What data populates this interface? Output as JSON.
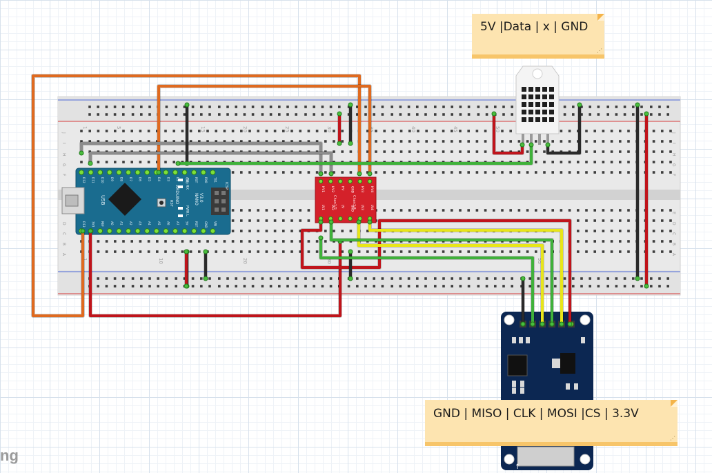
{
  "notes": {
    "dht_pinout": "5V |Data | x | GND",
    "sd_pinout": "GND | MISO | CLK | MOSI |CS | 3.3V"
  },
  "breadboard": {
    "row_letters_top": [
      "J",
      "I",
      "H",
      "G",
      "F"
    ],
    "row_letters_bottom": [
      "E",
      "D",
      "C",
      "B",
      "A"
    ],
    "column_numbers_top": [
      "1",
      "5",
      "15",
      "20",
      "25",
      "30",
      "35",
      "40",
      "45",
      "50",
      "55"
    ],
    "column_numbers_bottom": [
      "1",
      "10",
      "20",
      "30",
      "55"
    ]
  },
  "arduino": {
    "board_text": [
      "ARDUINO",
      "NANO",
      "V3.0"
    ],
    "top_pins": [
      "D12",
      "D11",
      "D10",
      "D9",
      "D8",
      "D7",
      "D6",
      "D5",
      "D4",
      "D3",
      "D2",
      "GND",
      "RST",
      "RX0",
      "TX1"
    ],
    "bottom_pins": [
      "D13",
      "3V3",
      "REF",
      "A0",
      "A1",
      "A2",
      "A3",
      "A4",
      "A5",
      "A6",
      "A7",
      "5V",
      "RST",
      "GND",
      "VIN"
    ],
    "usb_label": "USB",
    "led_labels": [
      "TX",
      "RX",
      "PWR",
      "L"
    ],
    "rst_label": "RST",
    "icsp_label": "ICSP"
  },
  "level_shifter": {
    "top_pins": [
      "HV1",
      "HV2",
      "HV",
      "GND",
      "HV3",
      "HV4"
    ],
    "bottom_pins": [
      "LV1",
      "LV2",
      "LV",
      "GND",
      "LV3",
      "LV4"
    ],
    "channel_labels": [
      "Chan1/2",
      "Chan3/4"
    ]
  },
  "watermark": "ng",
  "colors": {
    "orange_wire": "#e06a1f",
    "red_wire": "#c0141b",
    "black_wire": "#2a2a2a",
    "gray_wire": "#8c8c8c",
    "green_wire": "#3fb13a",
    "yellow_wire": "#e8e619",
    "arduino_board": "#1a6c8f",
    "level_shifter_board": "#d4212a",
    "sd_module_board": "#0c2752",
    "note_fill": "#fde4b0"
  }
}
